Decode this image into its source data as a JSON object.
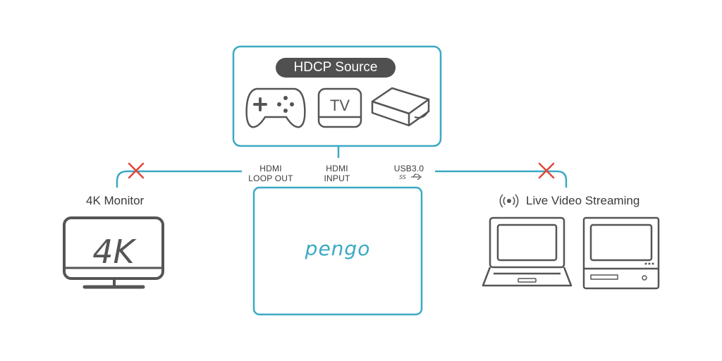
{
  "source_box": {
    "title": "HDCP Source",
    "devices": [
      {
        "icon": "gamepad-icon"
      },
      {
        "icon": "tv-box-icon",
        "label": "TV"
      },
      {
        "icon": "disc-player-icon"
      }
    ]
  },
  "ports": {
    "loop_out": [
      "HDMI",
      "LOOP OUT"
    ],
    "input": [
      "HDMI",
      "INPUT"
    ],
    "usb": [
      "USB3.0"
    ]
  },
  "device": {
    "logo": "pengo"
  },
  "left_target": {
    "label": "4K Monitor",
    "screen_text": "4K",
    "blocked": true
  },
  "right_target": {
    "label": "Live Video Streaming",
    "icon": "broadcast-icon",
    "blocked": true
  },
  "colors": {
    "connector": "#3aa9c4",
    "blocked_mark": "#e0463a",
    "icon_stroke": "#555555",
    "pill": "#505050"
  }
}
